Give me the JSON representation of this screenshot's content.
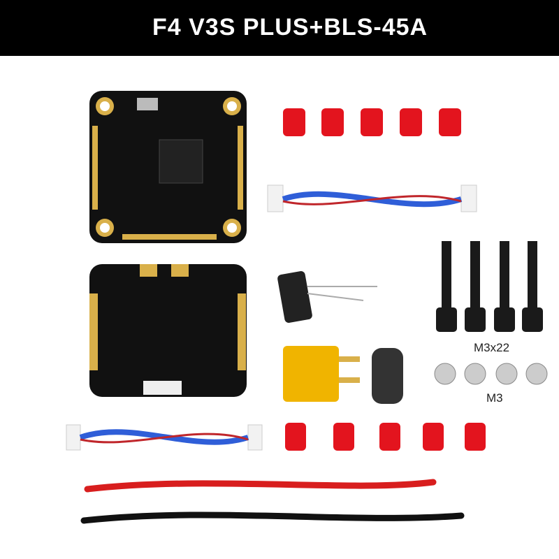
{
  "header": {
    "title": "F4 V3S PLUS+BLS-45A"
  },
  "labels": {
    "screws": "M3x22",
    "nuts": "M3"
  },
  "colors": {
    "banner": "#000000",
    "pcb": "#111111",
    "pad": "#d9b04a",
    "red_part": "#e3141e",
    "xt60": "#f0b400"
  }
}
